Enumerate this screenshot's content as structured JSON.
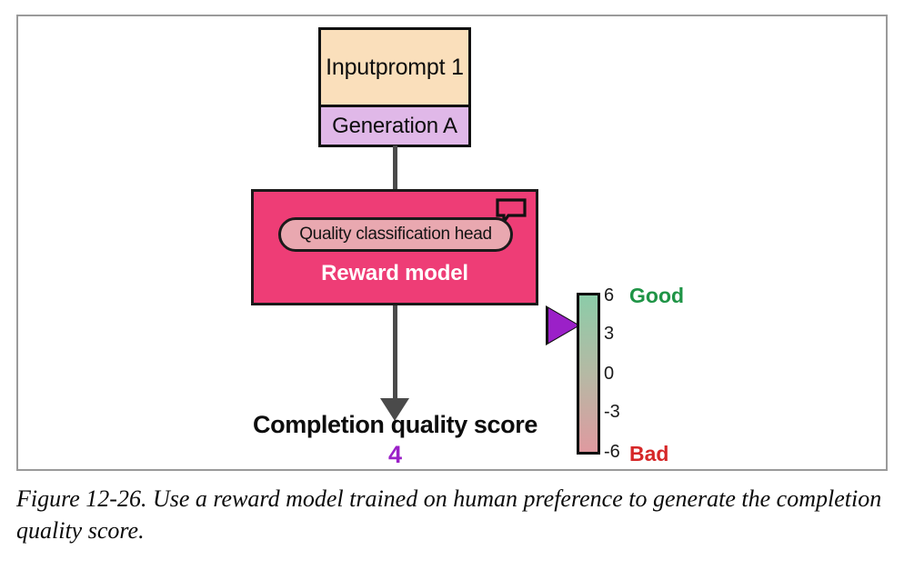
{
  "figure": {
    "caption": "Figure 12-26. Use a reward model trained on human preference to generate the completion quality score."
  },
  "diagram": {
    "prompt_box": {
      "line1": "Input",
      "line2": "prompt 1",
      "color": "#fadfbb"
    },
    "generation_box": {
      "label": "Generation A",
      "color": "#e0b8e8"
    },
    "reward_model": {
      "title": "Reward model",
      "head_label": "Quality classification head",
      "box_color": "#ee3d76",
      "head_color": "#e9a8b0",
      "icon": "speech-bubble-icon"
    },
    "output": {
      "label": "Completion quality score",
      "value": "4",
      "value_color": "#9b20c8"
    },
    "scale": {
      "top_label": "Good",
      "top_label_color": "#1f9446",
      "bottom_label": "Bad",
      "bottom_label_color": "#d62728",
      "ticks": [
        "6",
        "3",
        "0",
        "-3",
        "-6"
      ],
      "gradient_top": "#8ccca8",
      "gradient_mid": "#b5b9a4",
      "gradient_bottom": "#df9aa0",
      "marker_color": "#9b20c8",
      "marker_value": "4"
    }
  }
}
